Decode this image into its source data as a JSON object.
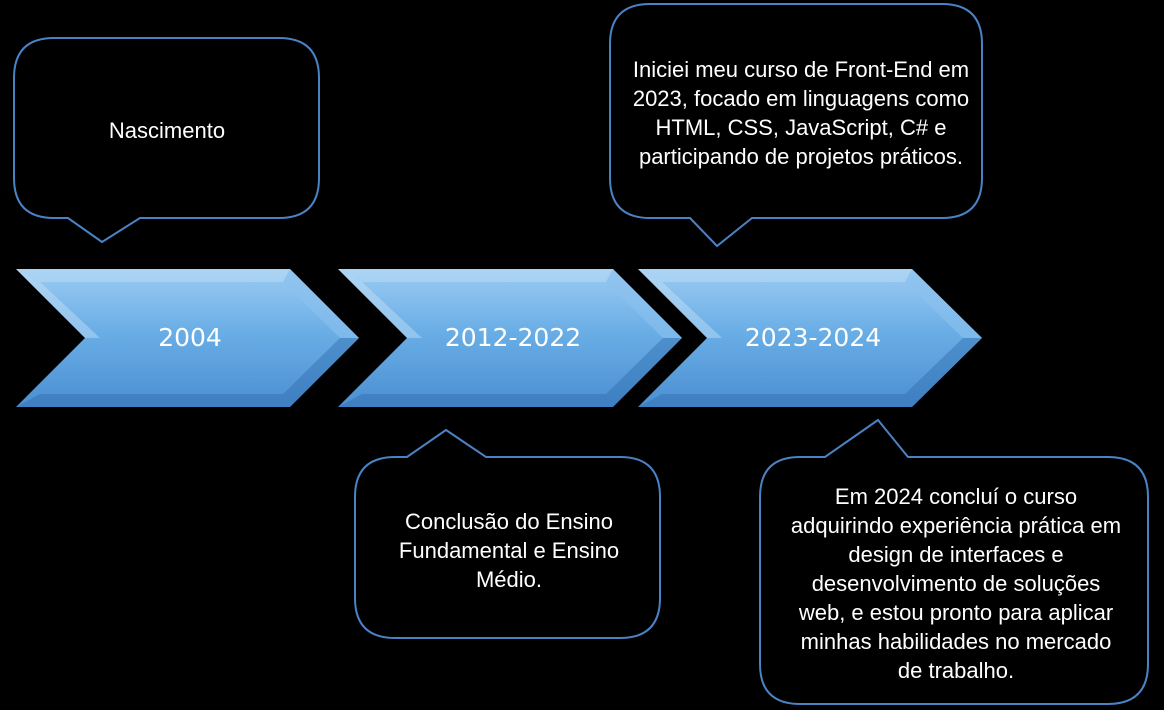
{
  "colors": {
    "background": "#000000",
    "chevron_fill": "#6aaee6",
    "chevron_light": "#a9d2f4",
    "chevron_dark": "#3a78bb",
    "callout_border": "#4a82c6",
    "text": "#ffffff"
  },
  "timeline": {
    "milestones": [
      {
        "year": "2004",
        "callout": "Nascimento",
        "callout_position": "above"
      },
      {
        "year": "2012-2022",
        "callout": "Conclusão do Ensino Fundamental e Ensino Médio.",
        "callout_position": "below"
      },
      {
        "year": "2023-2024",
        "callout": "Iniciei meu curso de Front-End em 2023, focado em linguagens como HTML, CSS, JavaScript, C# e participando de projetos práticos.",
        "callout_position": "above"
      },
      {
        "year": "2023-2024",
        "callout": "Em 2024 concluí o curso adquirindo experiência prática em design de interfaces e desenvolvimento de soluções web, e estou pronto para aplicar minhas habilidades no mercado de trabalho.",
        "callout_position": "below"
      }
    ]
  }
}
